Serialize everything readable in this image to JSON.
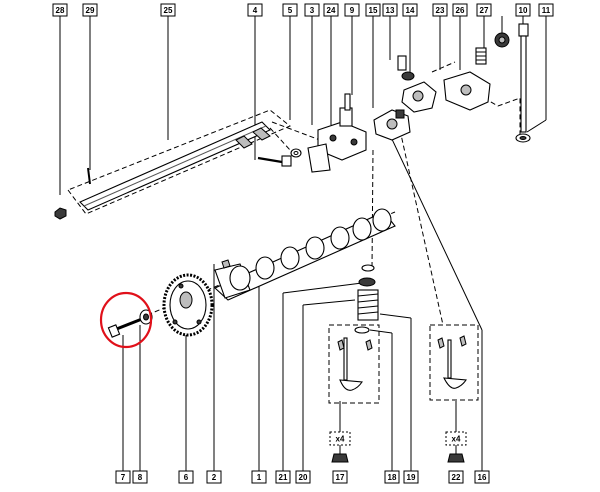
{
  "callouts_top": [
    "28",
    "29",
    "25",
    "4",
    "5",
    "3",
    "24",
    "9",
    "15",
    "13",
    "14",
    "23",
    "26",
    "27",
    "10",
    "11"
  ],
  "callouts_bottom": [
    "7",
    "8",
    "6",
    "2",
    "1",
    "21",
    "20",
    "17",
    "18",
    "19",
    "22",
    "16"
  ],
  "multiplier_labels": [
    "x4",
    "x4"
  ],
  "highlight_color": "#e0101a"
}
